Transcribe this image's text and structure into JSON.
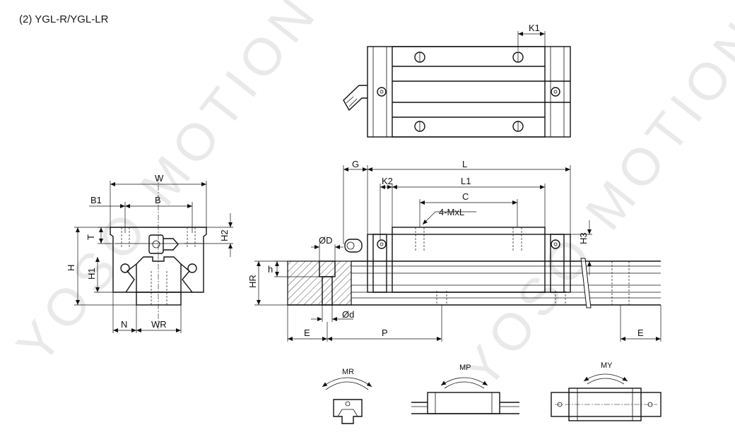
{
  "title": "(2) YGL-R/YGL-LR",
  "watermark": "YOSO MOTION",
  "labels": {
    "K1": "K1",
    "W": "W",
    "B1": "B1",
    "B": "B",
    "T": "T",
    "H2": "H2",
    "H": "H",
    "H1": "H1",
    "N": "N",
    "WR": "WR",
    "G": "G",
    "L": "L",
    "K2": "K2",
    "L1": "L1",
    "C": "C",
    "MxL": "4-MxL",
    "H3": "H3",
    "D": "ØD",
    "h": "h",
    "HR": "HR",
    "d": "Ød",
    "E_left": "E",
    "P": "P",
    "E_right": "E",
    "MR": "MR",
    "MP": "MP",
    "MY": "MY"
  }
}
